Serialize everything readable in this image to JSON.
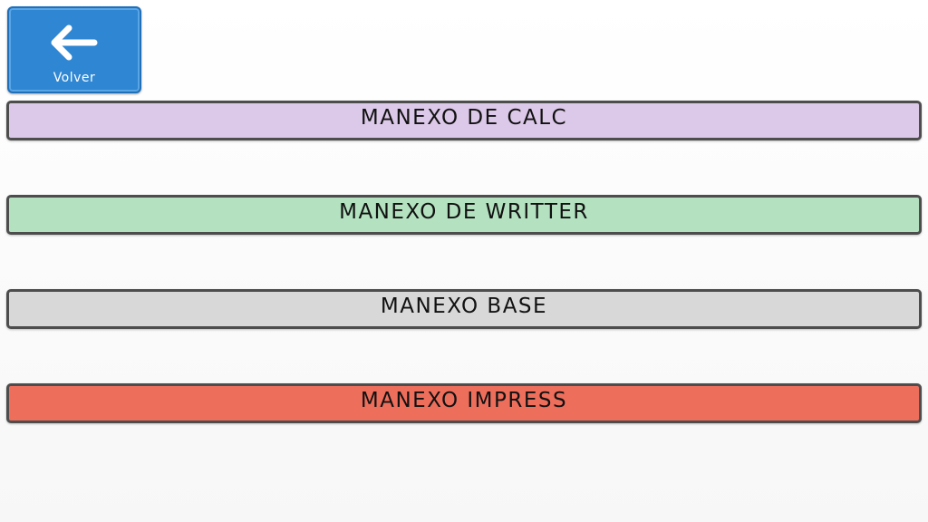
{
  "back_button": {
    "label": "Volver",
    "icon": "arrow-left-icon",
    "color": "#2f86d2"
  },
  "menu": {
    "items": [
      {
        "label": "MANEXO DE CALC",
        "color": "#dcc8e8"
      },
      {
        "label": "MANEXO DE WRITTER",
        "color": "#b4e2c0"
      },
      {
        "label": "MANEXO BASE",
        "color": "#d8d8d8"
      },
      {
        "label": "MANEXO IMPRESS",
        "color": "#ee6e5c"
      }
    ]
  }
}
